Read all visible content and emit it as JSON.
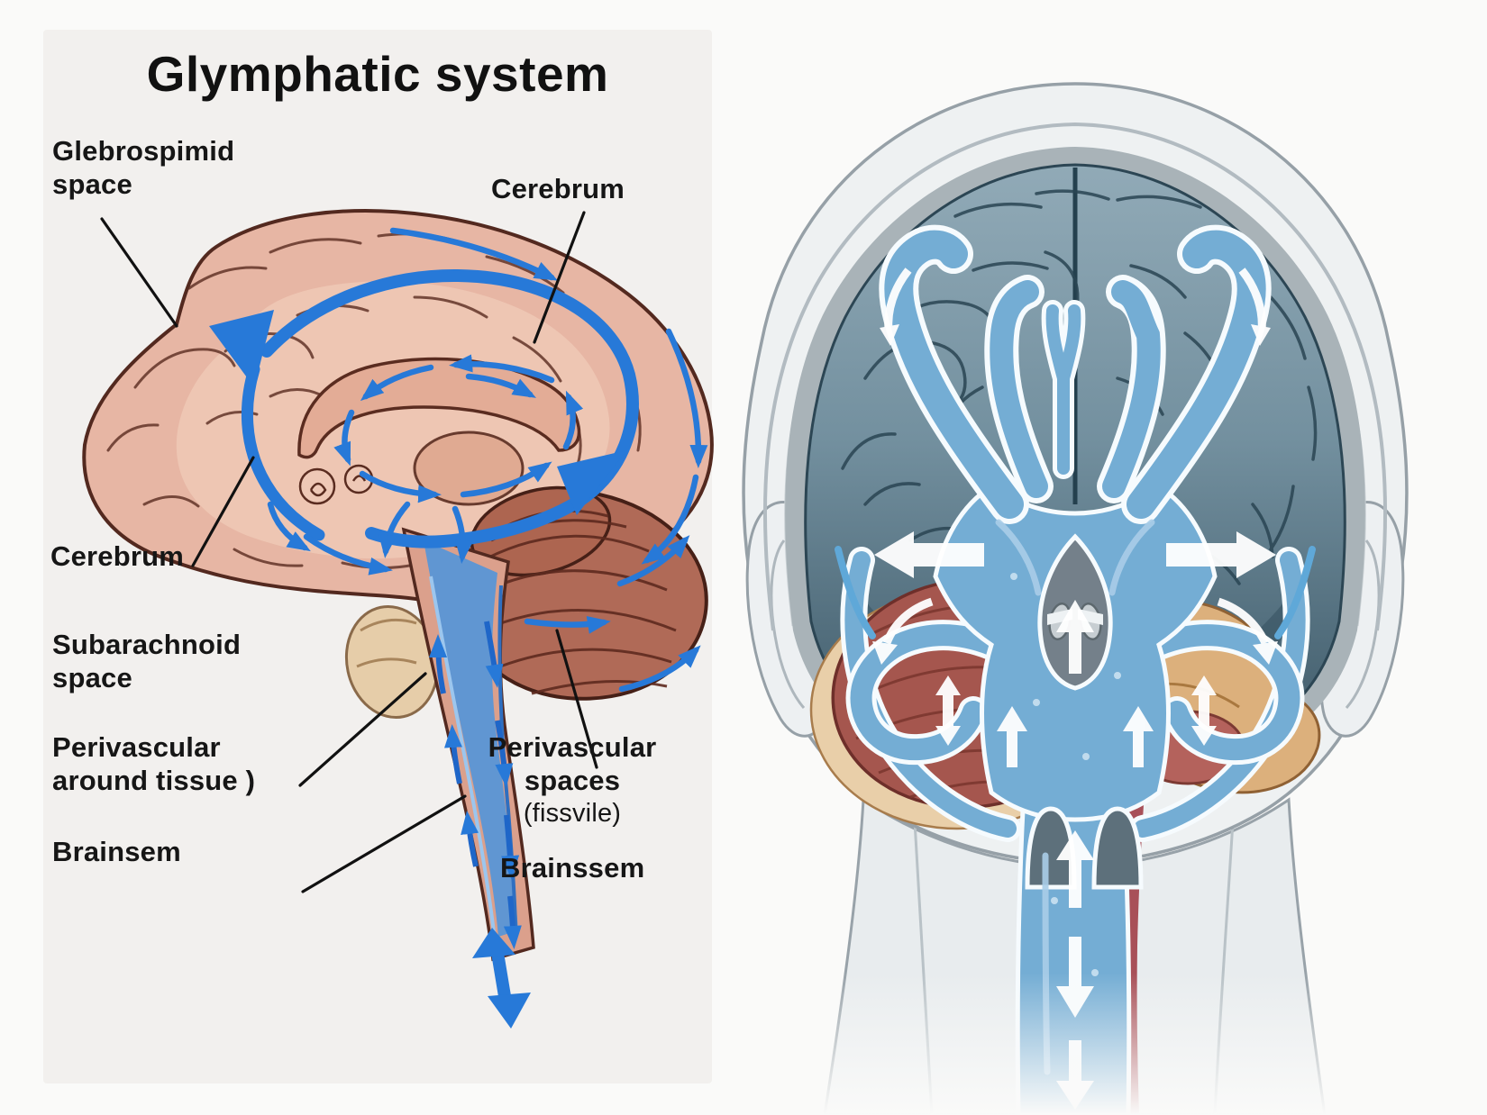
{
  "title": "Glymphatic system",
  "left_panel": {
    "labels": {
      "csf_space": "Glebrospimid\nspace",
      "cerebrum_top": "Cerebrum",
      "cerebrum_left": "Cerebrum",
      "subarachnoid_space": "Subarachnoid\nspace",
      "perivascular_around_tissue": "Perivascular\naround tissue )",
      "brainstem_left": "Brainsem",
      "perivascular_spaces": "Perivascular\nspaces",
      "perivascular_spaces_sub": "(fissvile)",
      "brainstem_right": "Brainssem"
    }
  },
  "colors": {
    "flow_blue": "#2779d8",
    "brain_pink": "#e7b6a4",
    "cerebellum_brown": "#b06a57",
    "csf_blue": "#74add4",
    "brain_slate": "#73909f",
    "organ_red": "#a5564e",
    "organ_tan": "#dcb07c",
    "skin_gray": "#eef1f2",
    "label_ink": "#161616"
  }
}
